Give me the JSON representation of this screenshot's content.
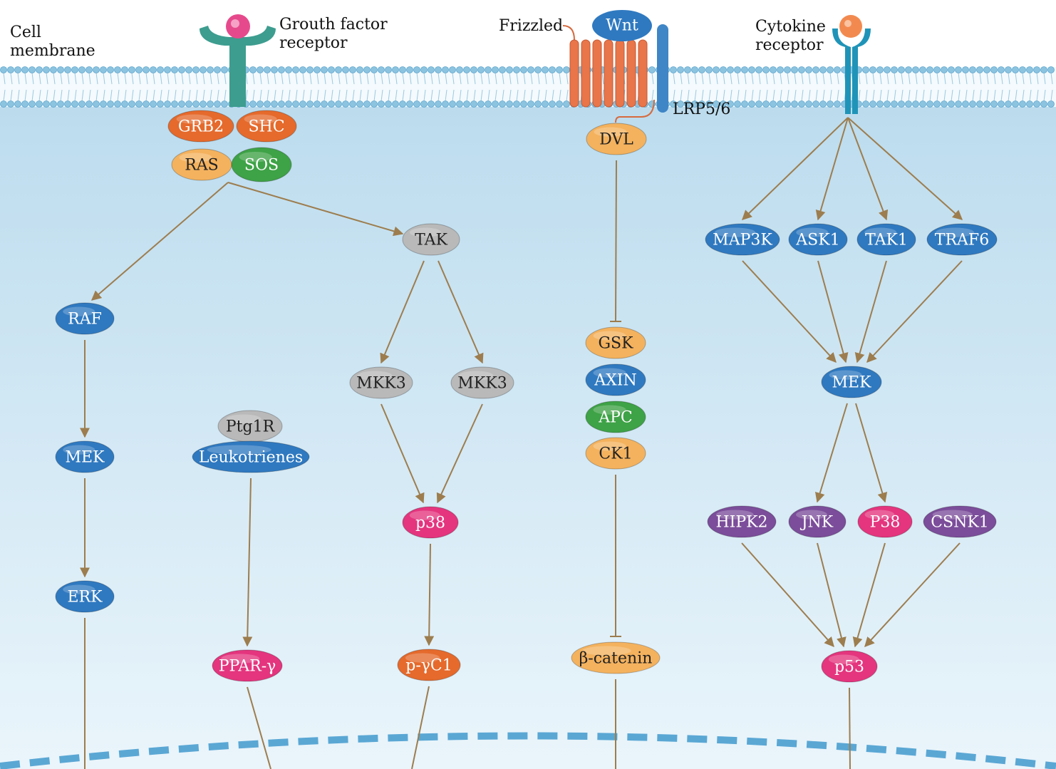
{
  "title": "",
  "labels": {
    "cell_membrane": [
      "Cell",
      "membrane"
    ],
    "growth_factor_receptor": [
      "Grouth factor",
      "receptor"
    ],
    "frizzled": "Frizzled",
    "wnt": "Wnt",
    "lrp": "LRP5/6",
    "cytokine_receptor": [
      "Cytokine",
      "receptor"
    ]
  },
  "colors": {
    "cytoplasm_top": "#bcdcee",
    "cytoplasm_bottom": "#e9f4fb",
    "arrow": "#9d7d4e",
    "membrane_head": "#8cc4e0",
    "blue": "#2f79c0",
    "orange": "#e56a2c",
    "light_orange": "#f4b25e",
    "green": "#3ea246",
    "gray": "#b9b9b9",
    "pink": "#e4357e",
    "purple": "#7b4d9a"
  },
  "nodes": [
    {
      "id": "grb2",
      "label": "GRB2",
      "color": "orange"
    },
    {
      "id": "shc",
      "label": "SHC",
      "color": "orange"
    },
    {
      "id": "ras",
      "label": "RAS",
      "color": "light_orange"
    },
    {
      "id": "sos",
      "label": "SOS",
      "color": "green"
    },
    {
      "id": "raf",
      "label": "RAF",
      "color": "blue"
    },
    {
      "id": "mek_left",
      "label": "MEK",
      "color": "blue"
    },
    {
      "id": "erk",
      "label": "ERK",
      "color": "blue"
    },
    {
      "id": "ptg1r",
      "label": "Ptg1R",
      "color": "gray"
    },
    {
      "id": "leukotrienes",
      "label": "Leukotrienes",
      "color": "blue"
    },
    {
      "id": "ppar",
      "label": "PPAR-γ",
      "color": "pink"
    },
    {
      "id": "tak",
      "label": "TAK",
      "color": "gray"
    },
    {
      "id": "mkk3_a",
      "label": "MKK3",
      "color": "gray"
    },
    {
      "id": "mkk3_b",
      "label": "MKK3",
      "color": "gray"
    },
    {
      "id": "p38",
      "label": "p38",
      "color": "pink"
    },
    {
      "id": "pgc1",
      "label": "p-γC1",
      "color": "orange"
    },
    {
      "id": "dvl",
      "label": "DVL",
      "color": "light_orange"
    },
    {
      "id": "gsk",
      "label": "GSK",
      "color": "light_orange"
    },
    {
      "id": "axin",
      "label": "AXIN",
      "color": "blue"
    },
    {
      "id": "apc",
      "label": "APC",
      "color": "green"
    },
    {
      "id": "ck1",
      "label": "CK1",
      "color": "light_orange"
    },
    {
      "id": "bcatenin",
      "label": "β-catenin",
      "color": "light_orange"
    },
    {
      "id": "map3k",
      "label": "MAP3K",
      "color": "blue"
    },
    {
      "id": "ask1",
      "label": "ASK1",
      "color": "blue"
    },
    {
      "id": "tak1",
      "label": "TAK1",
      "color": "blue"
    },
    {
      "id": "traf6",
      "label": "TRAF6",
      "color": "blue"
    },
    {
      "id": "mek_right",
      "label": "MEK",
      "color": "blue"
    },
    {
      "id": "hipk2",
      "label": "HIPK2",
      "color": "purple"
    },
    {
      "id": "jnk",
      "label": "JNK",
      "color": "purple"
    },
    {
      "id": "P38",
      "label": "P38",
      "color": "pink"
    },
    {
      "id": "csnk1",
      "label": "CSNK1",
      "color": "purple"
    },
    {
      "id": "p53",
      "label": "p53",
      "color": "pink"
    }
  ],
  "edges": [
    {
      "from": "complex_gf",
      "to": "raf",
      "type": "activation"
    },
    {
      "from": "complex_gf",
      "to": "tak",
      "type": "activation"
    },
    {
      "from": "raf",
      "to": "mek_left",
      "type": "activation"
    },
    {
      "from": "mek_left",
      "to": "erk",
      "type": "activation"
    },
    {
      "from": "leukotrienes",
      "to": "ppar",
      "type": "activation"
    },
    {
      "from": "tak",
      "to": "mkk3_a",
      "type": "activation"
    },
    {
      "from": "tak",
      "to": "mkk3_b",
      "type": "activation"
    },
    {
      "from": "mkk3_a",
      "to": "p38",
      "type": "activation"
    },
    {
      "from": "mkk3_b",
      "to": "p38",
      "type": "activation"
    },
    {
      "from": "p38",
      "to": "pgc1",
      "type": "activation"
    },
    {
      "from": "dvl",
      "to": "gsk",
      "type": "inhibition"
    },
    {
      "from": "ck1",
      "to": "bcatenin",
      "type": "inhibition"
    },
    {
      "from": "cytokine_receptor",
      "to": "map3k",
      "type": "activation"
    },
    {
      "from": "cytokine_receptor",
      "to": "ask1",
      "type": "activation"
    },
    {
      "from": "cytokine_receptor",
      "to": "tak1",
      "type": "activation"
    },
    {
      "from": "cytokine_receptor",
      "to": "traf6",
      "type": "activation"
    },
    {
      "from": "map3k",
      "to": "mek_right",
      "type": "activation"
    },
    {
      "from": "ask1",
      "to": "mek_right",
      "type": "activation"
    },
    {
      "from": "tak1",
      "to": "mek_right",
      "type": "activation"
    },
    {
      "from": "traf6",
      "to": "mek_right",
      "type": "activation"
    },
    {
      "from": "mek_right",
      "to": "jnk",
      "type": "activation"
    },
    {
      "from": "mek_right",
      "to": "P38",
      "type": "activation"
    },
    {
      "from": "hipk2",
      "to": "p53",
      "type": "activation"
    },
    {
      "from": "jnk",
      "to": "p53",
      "type": "activation"
    },
    {
      "from": "P38",
      "to": "p53",
      "type": "activation"
    },
    {
      "from": "csnk1",
      "to": "p53",
      "type": "activation"
    },
    {
      "from": "erk",
      "to": "nucleus",
      "type": "line"
    },
    {
      "from": "ppar",
      "to": "nucleus",
      "type": "line"
    },
    {
      "from": "pgc1",
      "to": "nucleus",
      "type": "line"
    },
    {
      "from": "bcatenin",
      "to": "nucleus",
      "type": "line"
    },
    {
      "from": "p53",
      "to": "nucleus",
      "type": "line"
    }
  ]
}
